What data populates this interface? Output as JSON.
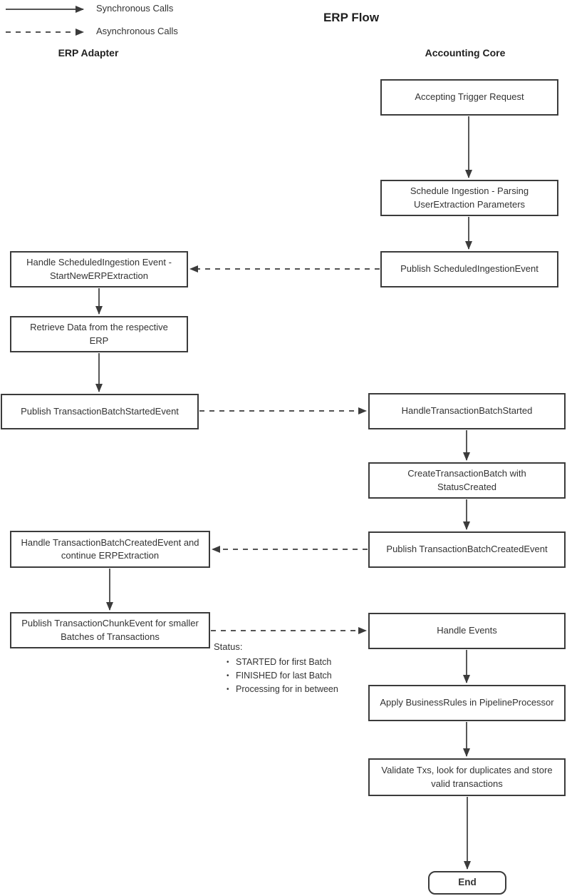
{
  "title": "ERP Flow",
  "legend": {
    "sync_label": "Synchronous Calls",
    "async_label": "Asynchronous Calls"
  },
  "lanes": {
    "erp_adapter": "ERP Adapter",
    "accounting_core": "Accounting Core"
  },
  "nodes": {
    "accepting_trigger": {
      "label": "Accepting Trigger Request",
      "lane": "accounting_core"
    },
    "schedule_ingestion": {
      "label": "Schedule Ingestion - Parsing UserExtraction Parameters",
      "lane": "accounting_core"
    },
    "publish_scheduled_ingestion": {
      "label": "Publish ScheduledIngestionEvent",
      "lane": "accounting_core"
    },
    "handle_scheduled_ingestion": {
      "label": "Handle ScheduledIngestion Event - StartNewERPExtraction",
      "lane": "erp_adapter"
    },
    "retrieve_data": {
      "label": "Retrieve Data from the respective ERP",
      "lane": "erp_adapter"
    },
    "publish_batch_started": {
      "label": "Publish TransactionBatchStartedEvent",
      "lane": "erp_adapter"
    },
    "handle_batch_started": {
      "label": "HandleTransactionBatchStarted",
      "lane": "accounting_core"
    },
    "create_batch": {
      "label": "CreateTransactionBatch with StatusCreated",
      "lane": "accounting_core"
    },
    "publish_batch_created": {
      "label": "Publish TransactionBatchCreatedEvent",
      "lane": "accounting_core"
    },
    "handle_batch_created": {
      "label": "Handle TransactionBatchCreatedEvent and continue ERPExtraction",
      "lane": "erp_adapter"
    },
    "publish_chunk": {
      "label": "Publish TransactionChunkEvent for smaller Batches of Transactions",
      "lane": "erp_adapter"
    },
    "handle_events": {
      "label": "Handle Events",
      "lane": "accounting_core"
    },
    "apply_rules": {
      "label": "Apply BusinessRules in PipelineProcessor",
      "lane": "accounting_core"
    },
    "validate_txs": {
      "label": "Validate Txs, look for duplicates and store valid transactions",
      "lane": "accounting_core"
    },
    "end": {
      "label": "End",
      "lane": "accounting_core"
    }
  },
  "note": {
    "heading": "Status:",
    "items": [
      "STARTED for first Batch",
      "FINISHED for last Batch",
      "Processing for in between"
    ]
  },
  "edges": [
    {
      "from": "accepting_trigger",
      "to": "schedule_ingestion",
      "type": "sync"
    },
    {
      "from": "schedule_ingestion",
      "to": "publish_scheduled_ingestion",
      "type": "sync"
    },
    {
      "from": "publish_scheduled_ingestion",
      "to": "handle_scheduled_ingestion",
      "type": "async"
    },
    {
      "from": "handle_scheduled_ingestion",
      "to": "retrieve_data",
      "type": "sync"
    },
    {
      "from": "retrieve_data",
      "to": "publish_batch_started",
      "type": "sync"
    },
    {
      "from": "publish_batch_started",
      "to": "handle_batch_started",
      "type": "async"
    },
    {
      "from": "handle_batch_started",
      "to": "create_batch",
      "type": "sync"
    },
    {
      "from": "create_batch",
      "to": "publish_batch_created",
      "type": "sync"
    },
    {
      "from": "publish_batch_created",
      "to": "handle_batch_created",
      "type": "async"
    },
    {
      "from": "handle_batch_created",
      "to": "publish_chunk",
      "type": "sync"
    },
    {
      "from": "publish_chunk",
      "to": "handle_events",
      "type": "async"
    },
    {
      "from": "handle_events",
      "to": "apply_rules",
      "type": "sync"
    },
    {
      "from": "apply_rules",
      "to": "validate_txs",
      "type": "sync"
    },
    {
      "from": "validate_txs",
      "to": "end",
      "type": "sync"
    }
  ],
  "colors": {
    "line": "#3b3b3b",
    "box_border": "#3b3b3b",
    "box_fill": "#ffffff",
    "text": "#333333"
  }
}
